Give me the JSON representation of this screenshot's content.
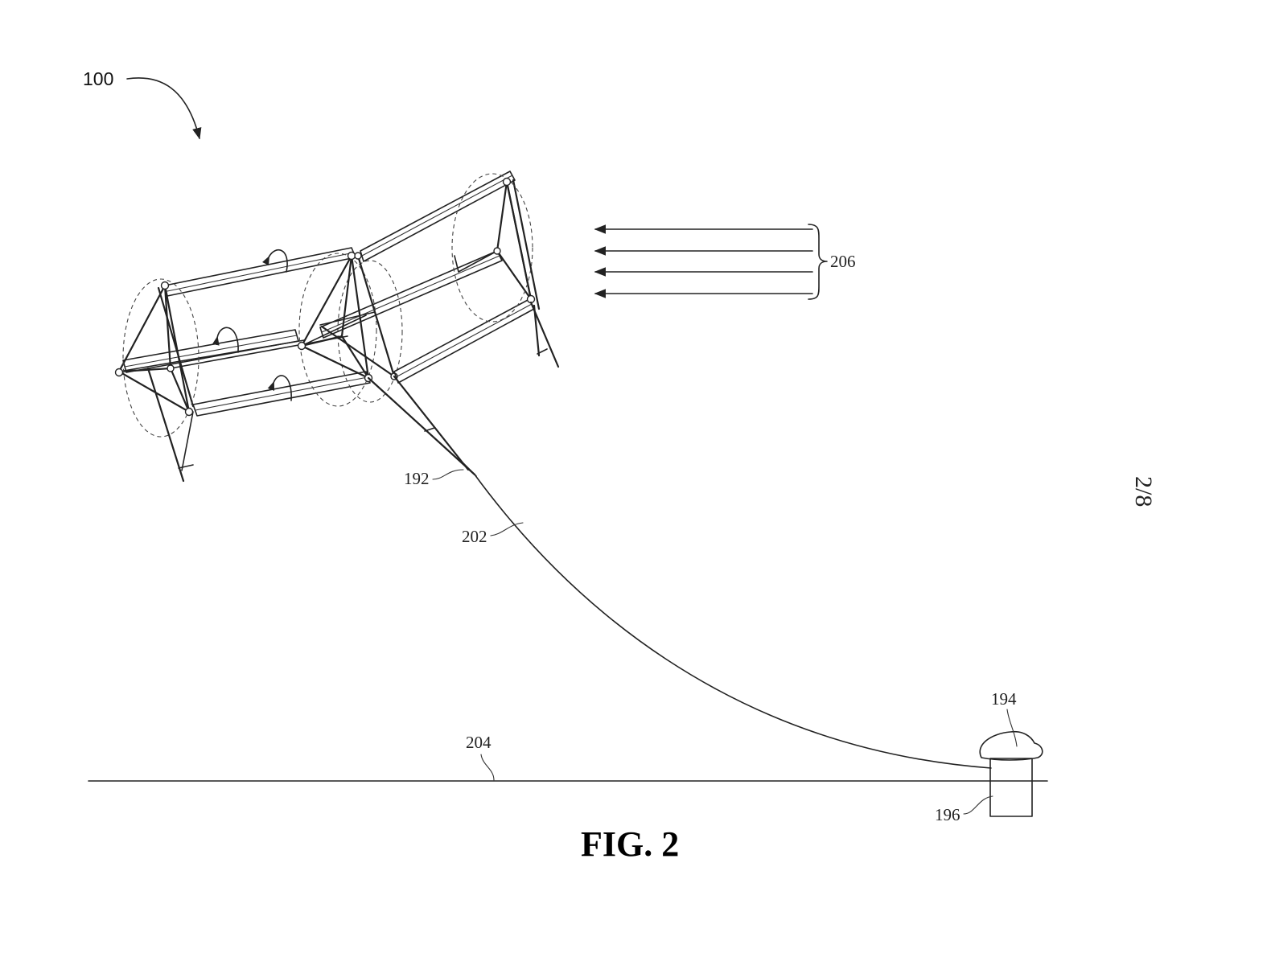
{
  "figure": {
    "caption": "FIG. 2",
    "sheet_number": "2/8"
  },
  "references": {
    "system": "100",
    "tether_mount": "192",
    "tether": "202",
    "ground": "204",
    "wind": "206",
    "ground_station_top": "194",
    "ground_station_base": "196"
  }
}
